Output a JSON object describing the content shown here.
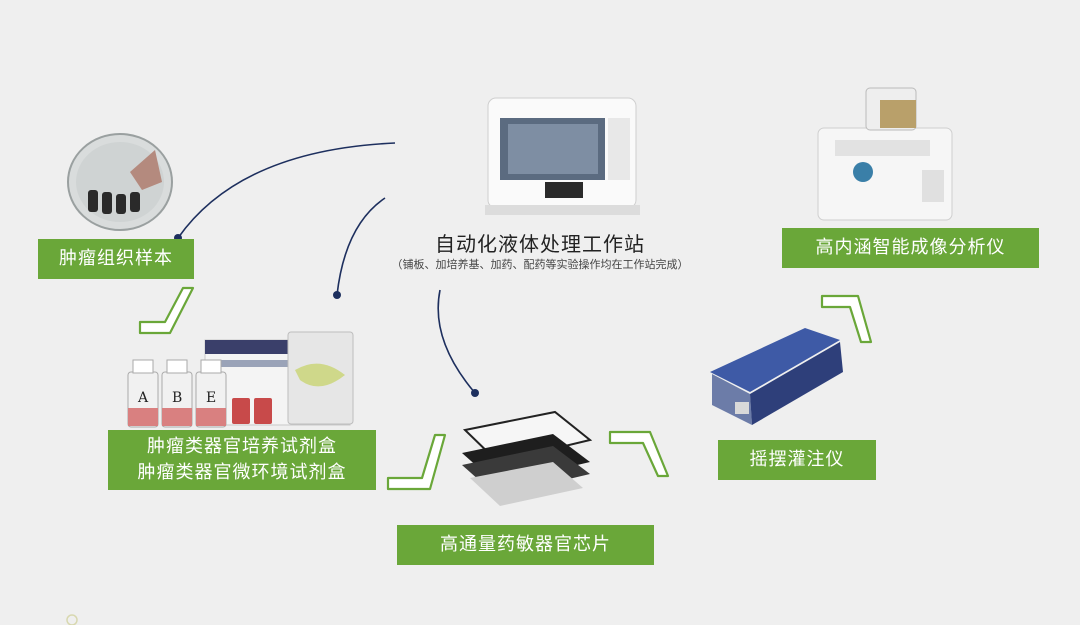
{
  "center": {
    "title": "自动化液体处理工作站",
    "subtitle": "（铺板、加培养基、加药、配药等实验操作均在工作站完成）"
  },
  "labels": {
    "tissue": "肿瘤组织样本",
    "kit_line1": "肿瘤类器官培养试剂盒",
    "kit_line2": "肿瘤类器官微环境试剂盒",
    "chip": "高通量药敏器官芯片",
    "shaker": "摇摆灌注仪",
    "imager": "高内涵智能成像分析仪"
  },
  "bottle_letters": [
    "A",
    "B",
    "E"
  ],
  "colors": {
    "label_green": "#6aa739",
    "connector_navy": "#1d2f5e",
    "background": "#efefef"
  }
}
